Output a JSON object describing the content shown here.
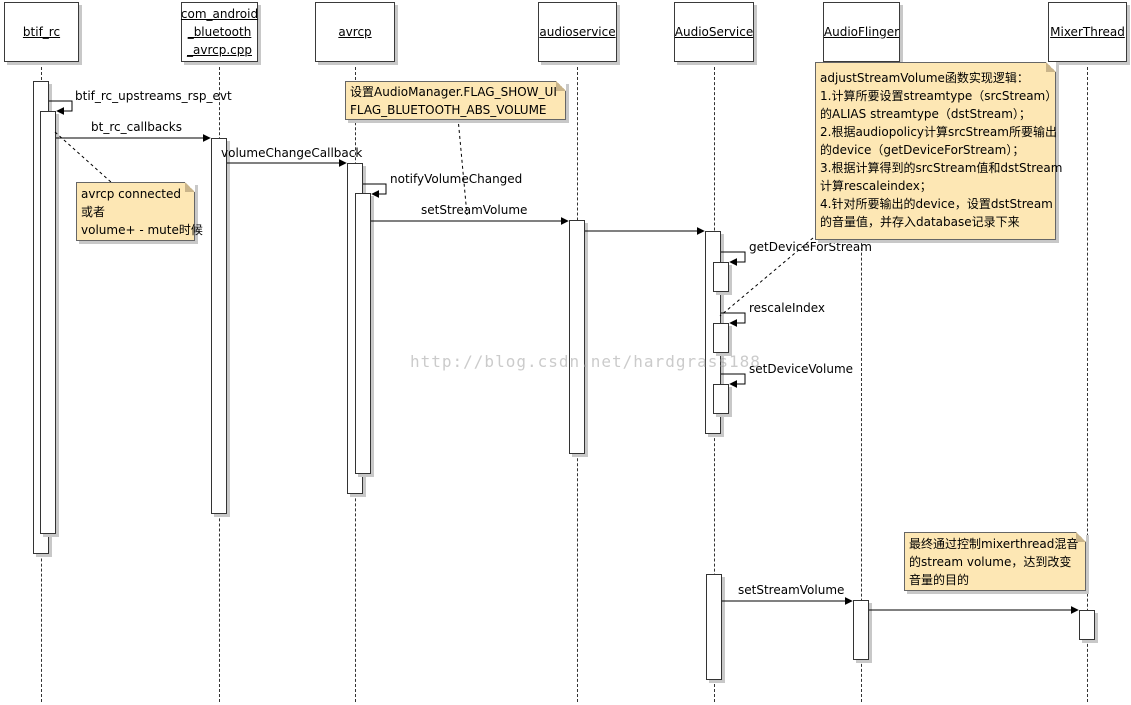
{
  "lifelines": [
    {
      "id": "btif_rc",
      "label": "btif_rc"
    },
    {
      "id": "jni",
      "label": "com_android\n_bluetooth\n_avrcp.cpp"
    },
    {
      "id": "avrcp",
      "label": "avrcp"
    },
    {
      "id": "audioservice",
      "label": "audioservice"
    },
    {
      "id": "AudioService",
      "label": "AudioService"
    },
    {
      "id": "AudioFlinger",
      "label": "AudioFlinger"
    },
    {
      "id": "MixerThread",
      "label": "MixerThread"
    }
  ],
  "messages": [
    {
      "id": "m1",
      "label": "btif_rc_upstreams_rsp_evt",
      "self": true
    },
    {
      "id": "m2",
      "label": "bt_rc_callbacks"
    },
    {
      "id": "m3",
      "label": "volumeChangeCallback"
    },
    {
      "id": "m4",
      "label": "notifyVolumeChanged",
      "self": true
    },
    {
      "id": "m5",
      "label": "setStreamVolume"
    },
    {
      "id": "m6",
      "label": ""
    },
    {
      "id": "m7",
      "label": "getDeviceForStream",
      "self": true
    },
    {
      "id": "m8",
      "label": "rescaleIndex",
      "self": true
    },
    {
      "id": "m9",
      "label": "setDeviceVolume",
      "self": true
    },
    {
      "id": "m10",
      "label": "setStreamVolume"
    },
    {
      "id": "m11",
      "label": ""
    }
  ],
  "notes": {
    "btif_note": [
      "avrcp connected",
      "或者",
      "volume+ - mute时候"
    ],
    "avrcp_note": [
      "设置AudioManager.FLAG_SHOW_UI",
      "FLAG_BLUETOOTH_ABS_VOLUME"
    ],
    "adjust_note": [
      "adjustStreamVolume函数实现逻辑：",
      "1.计算所要设置streamtype（srcStream）",
      "的ALIAS streamtype（dstStream）；",
      "2.根据audiopolicy计算srcStream所要输出",
      "的device（getDeviceForStream）；",
      "3.根据计算得到的srcStream值和dstStream",
      "计算rescaleindex；",
      "4.针对所要输出的device，设置dstStream",
      "的音量值，并存入database记录下来"
    ],
    "mixer_note": [
      "最终通过控制mixerthread混音",
      "的stream volume，达到改变",
      "音量的目的"
    ]
  },
  "watermark": "http://blog.csdn.net/hardgrass188"
}
